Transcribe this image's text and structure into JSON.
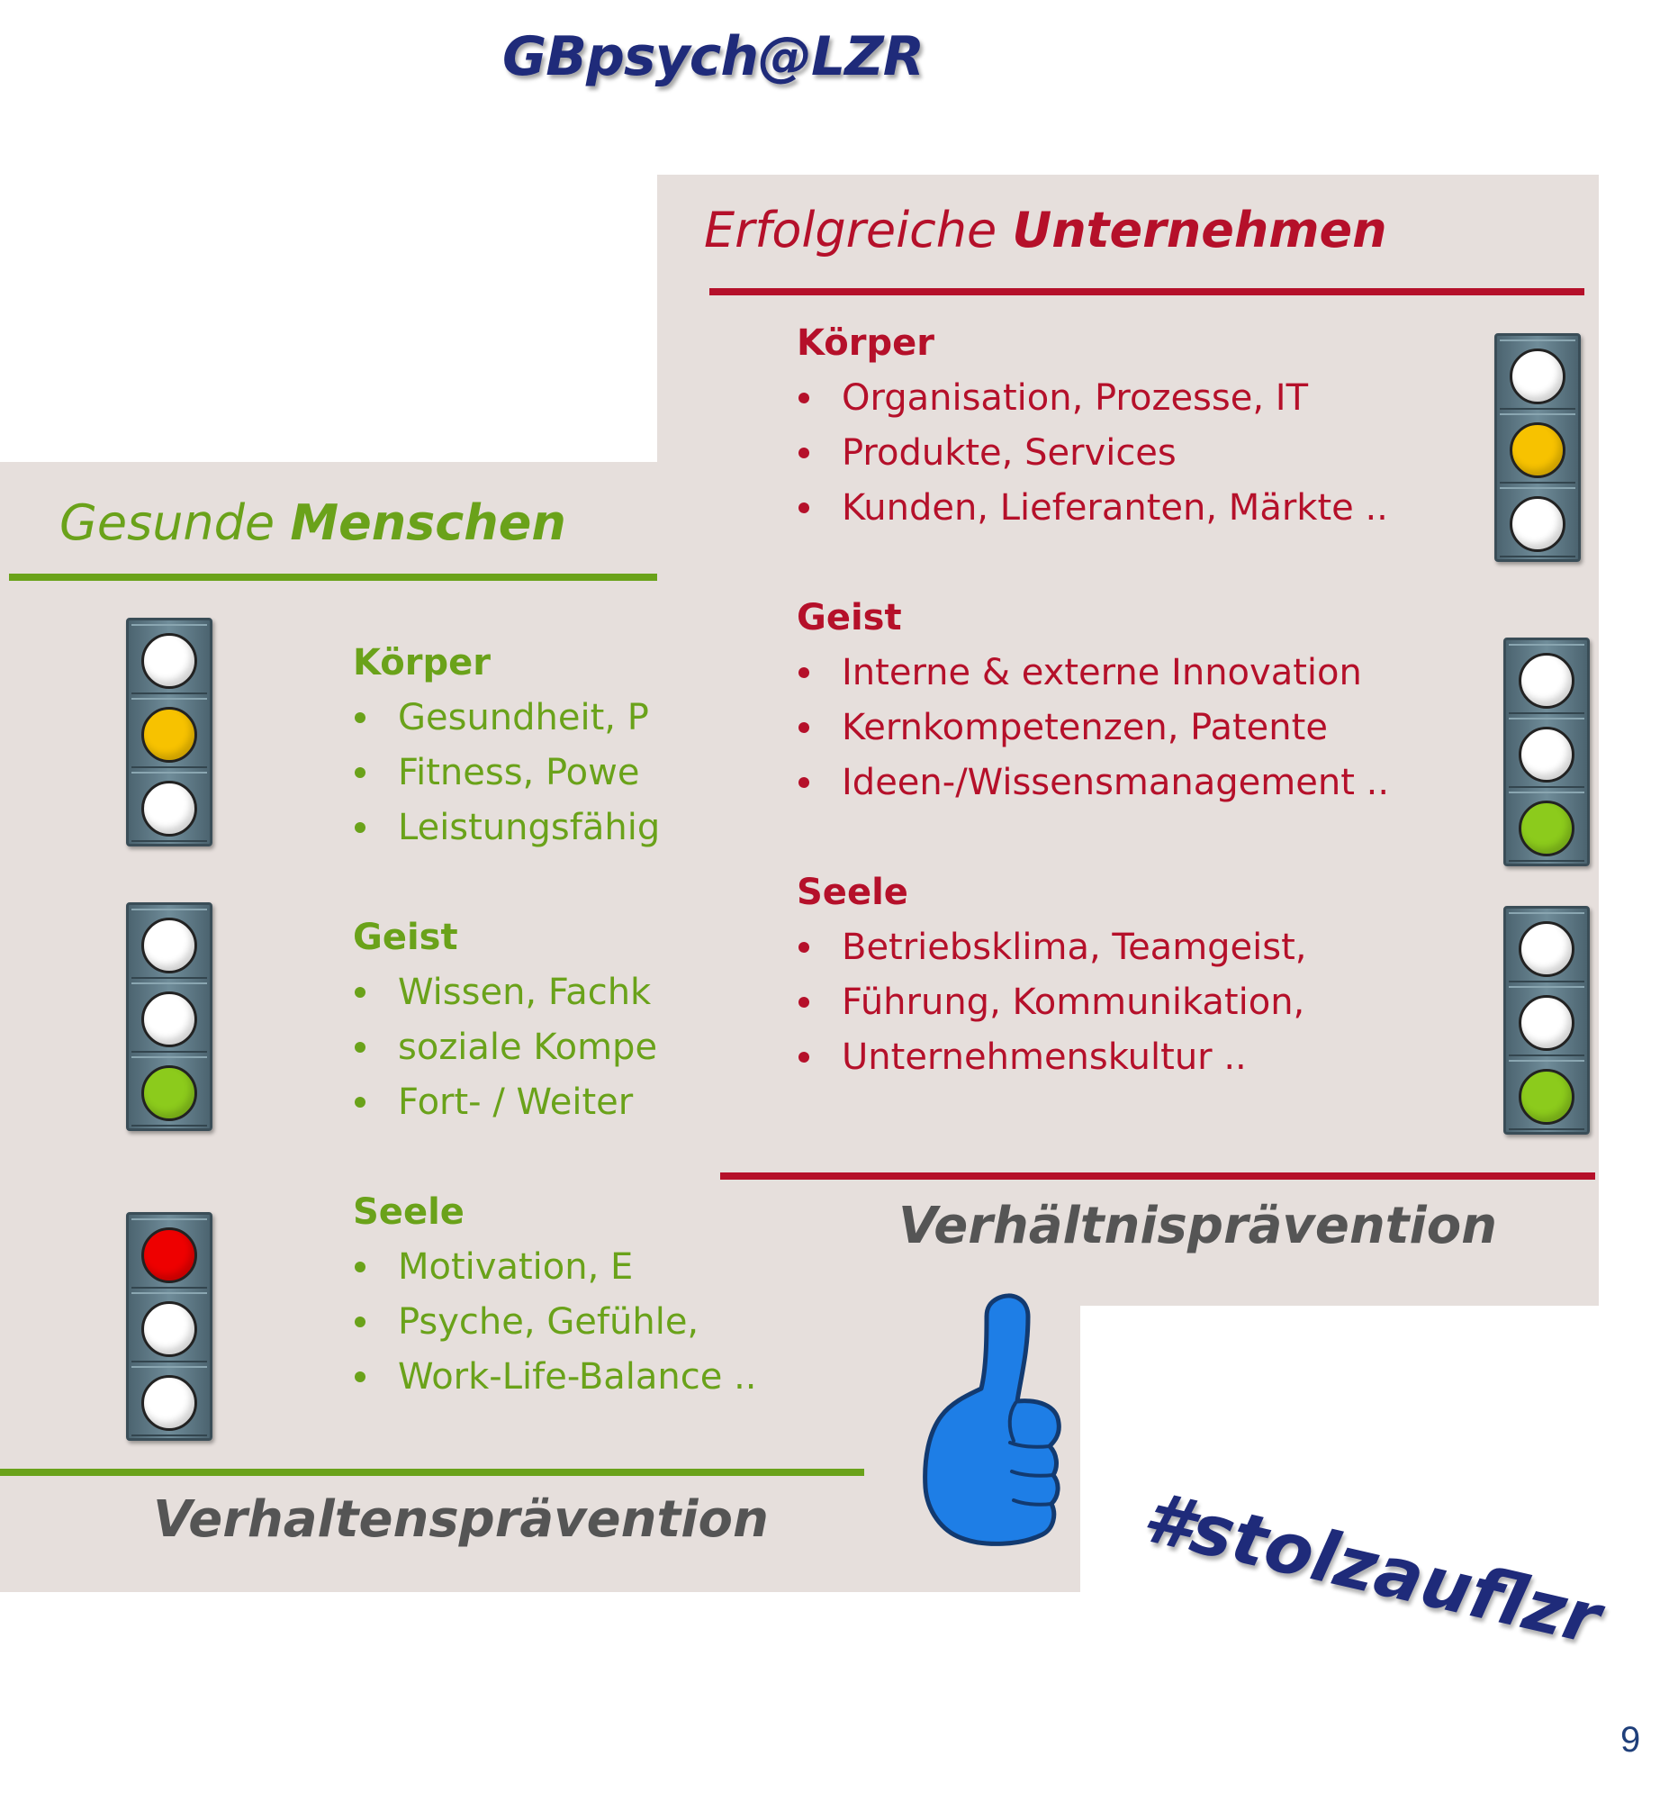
{
  "header": {
    "title": "GBpsych@LZR"
  },
  "left_panel": {
    "title_light": "Gesunde",
    "title_bold": "Menschen",
    "accent_color": "#6aa21a",
    "sections": [
      {
        "heading": "Körper",
        "items": [
          "Gesundheit, P",
          "Fitness, Powe",
          "Leistungsfähig"
        ],
        "lamps": [
          "white",
          "yellow",
          "white"
        ]
      },
      {
        "heading": "Geist",
        "items": [
          "Wissen, Fachk",
          "soziale Kompe",
          "Fort- / Weiter"
        ],
        "lamps": [
          "white",
          "white",
          "green"
        ]
      },
      {
        "heading": "Seele",
        "items": [
          "Motivation, E",
          "Psyche, Gefühle,",
          "Work-Life-Balance .."
        ],
        "lamps": [
          "red",
          "white",
          "white"
        ]
      }
    ],
    "footer": "Verhaltensprävention"
  },
  "right_panel": {
    "title_light": "Erfolgreiche",
    "title_bold": "Unternehmen",
    "accent_color": "#b5102a",
    "sections": [
      {
        "heading": "Körper",
        "items": [
          "Organisation, Prozesse, IT",
          "Produkte, Services",
          "Kunden, Lieferanten, Märkte .."
        ],
        "lamps": [
          "white",
          "yellow",
          "white"
        ]
      },
      {
        "heading": "Geist",
        "items": [
          "Interne & externe Innovation",
          "Kernkompetenzen, Patente",
          "Ideen-/Wissensmanagement .."
        ],
        "lamps": [
          "white",
          "white",
          "green"
        ]
      },
      {
        "heading": "Seele",
        "items": [
          "Betriebsklima, Teamgeist,",
          "Führung, Kommunikation,",
          "Unternehmenskultur .."
        ],
        "lamps": [
          "white",
          "white",
          "green"
        ]
      }
    ],
    "footer": "Verhältnisprävention"
  },
  "icons": {
    "thumb": "thumbs-up-icon",
    "traffic_light": "traffic-light-icon"
  },
  "lamp_colors": {
    "white": "#ffffff",
    "yellow": "#f7c200",
    "green": "#8ccb1c",
    "red": "#ee0000"
  },
  "hashtag": "#stolzauflzr",
  "page_number": "9"
}
